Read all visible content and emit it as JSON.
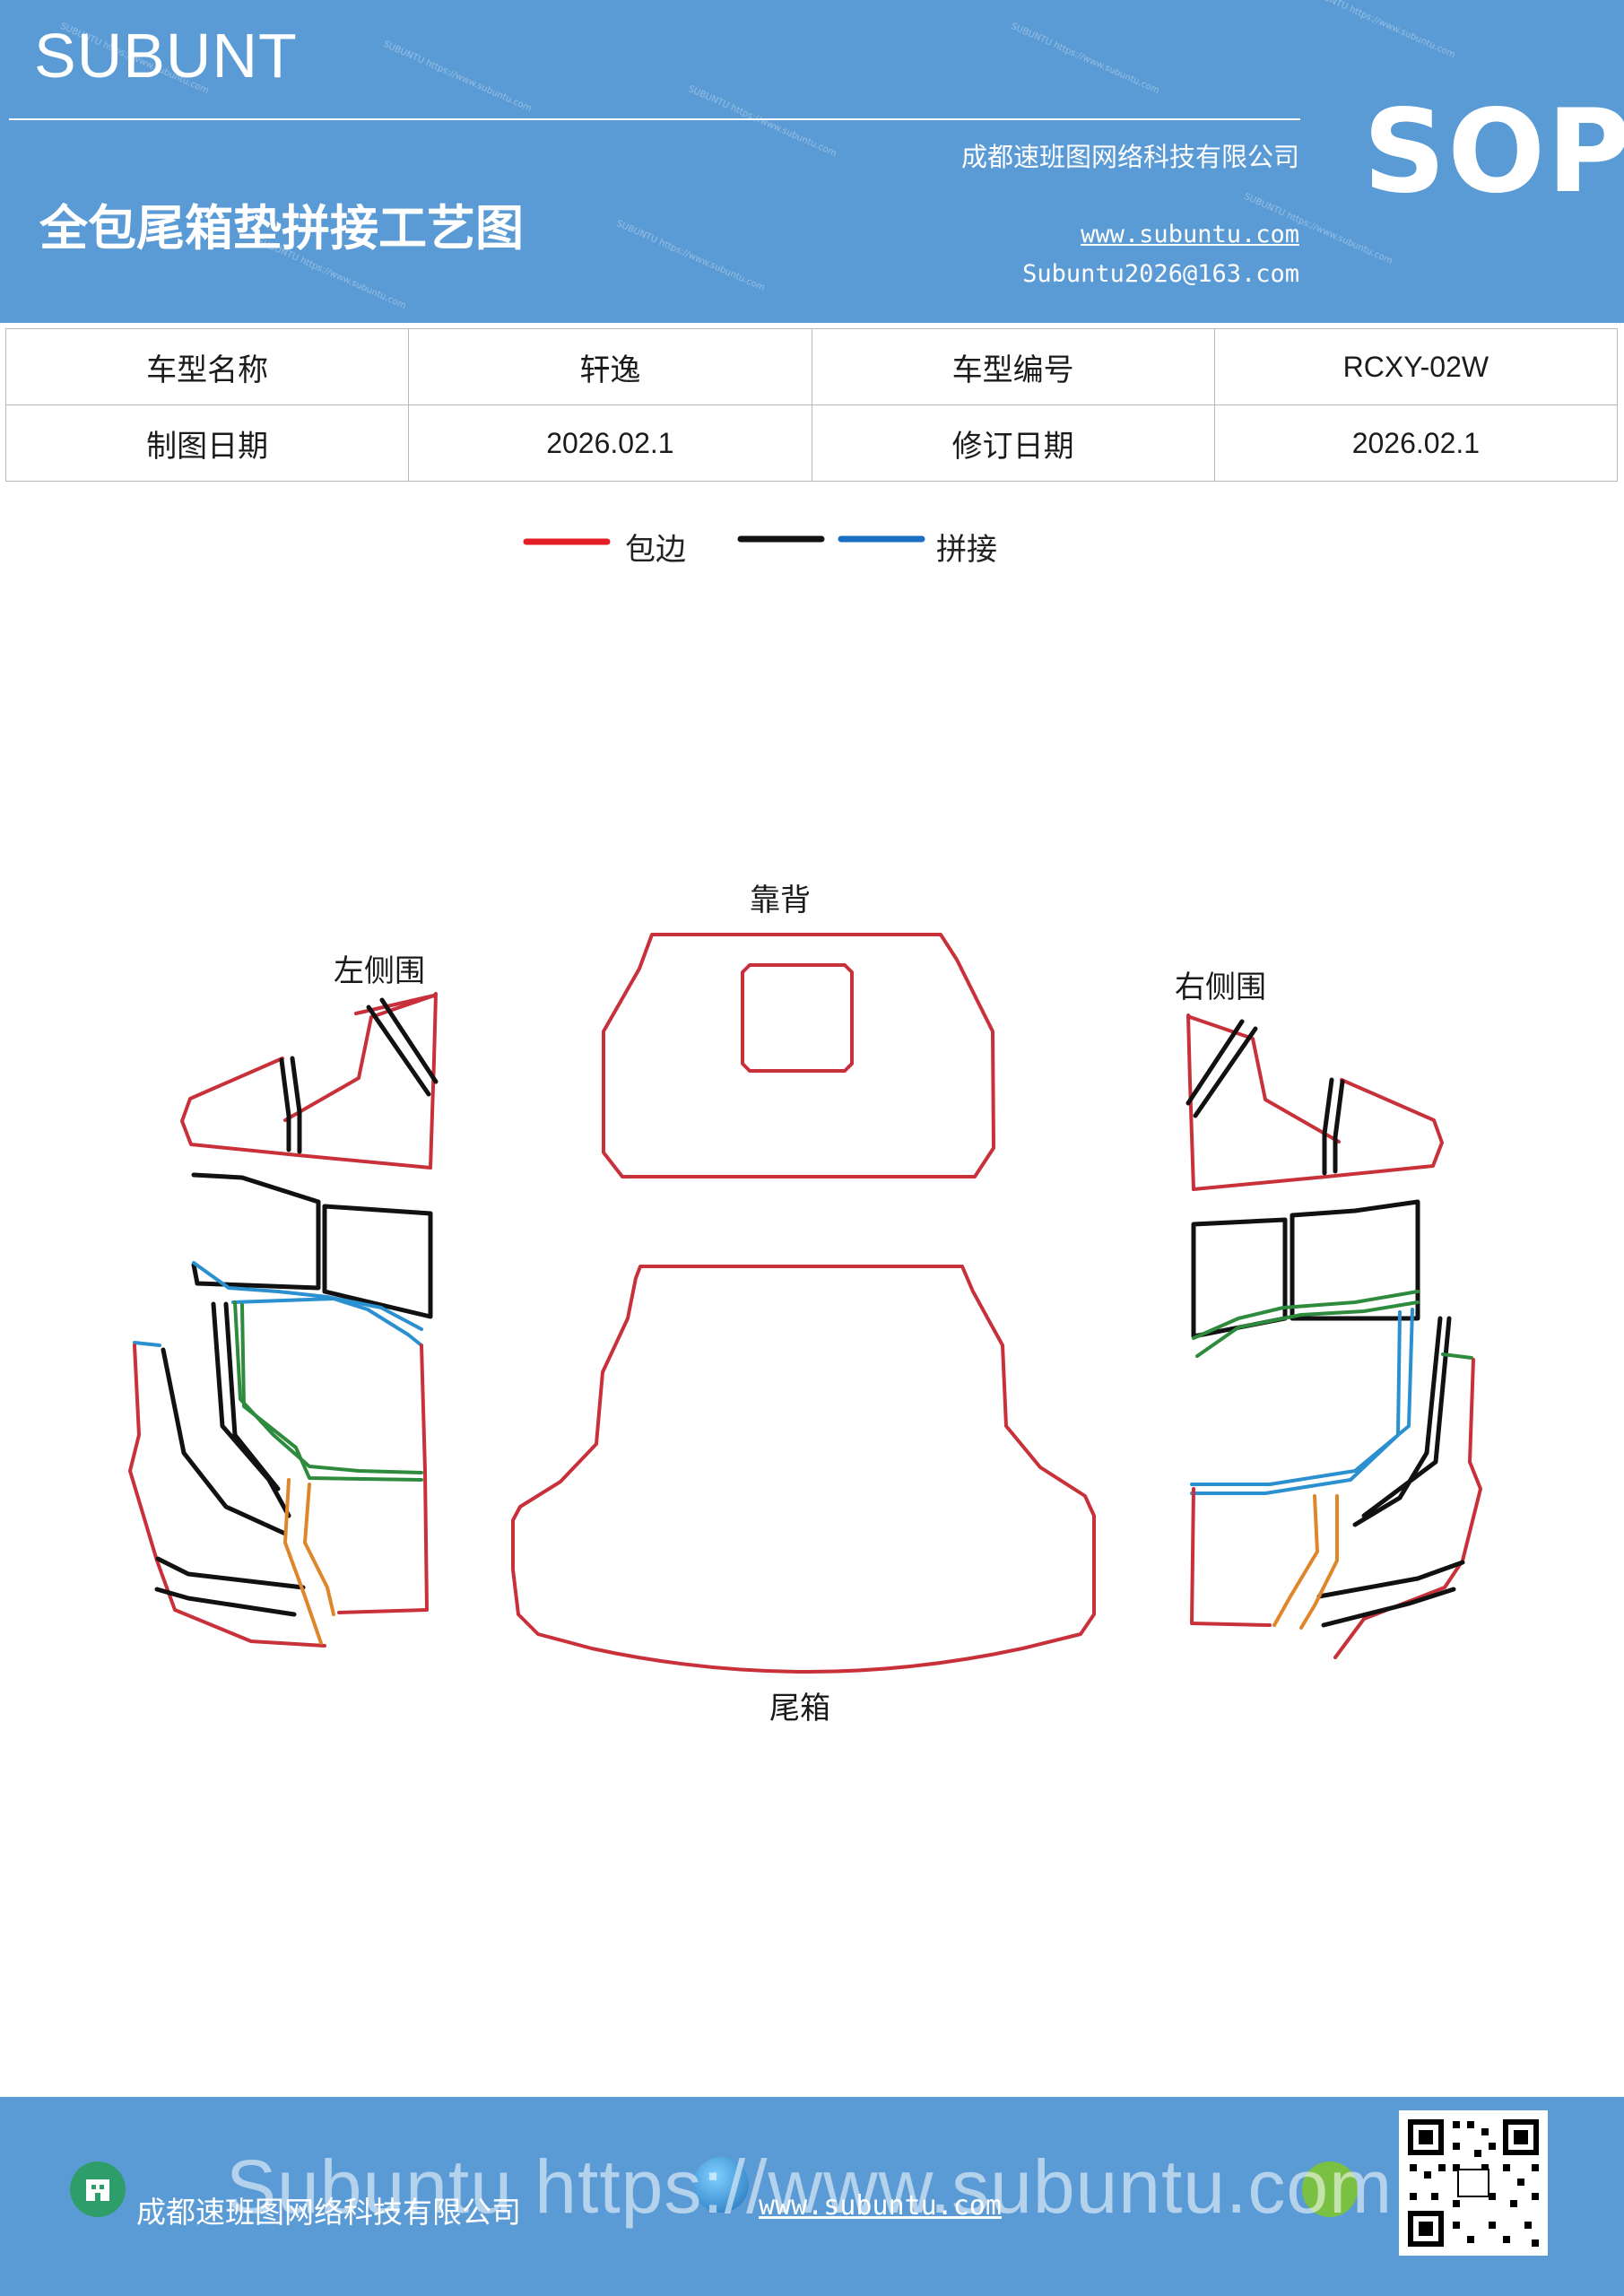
{
  "header": {
    "brand": "SUBUNT",
    "title": "全包尾箱垫拼接工艺图",
    "company": "成都速班图网络科技有限公司",
    "website": "www.subuntu.com",
    "email": "Subuntu2026@163.com",
    "badge": "SOP"
  },
  "info_table": {
    "rows": [
      {
        "label1": "车型名称",
        "value1": "轩逸",
        "label2": "车型编号",
        "value2": "RCXY-02W"
      },
      {
        "label1": "制图日期",
        "value1": "2026.02.1",
        "label2": "修订日期",
        "value2": "2026.02.1"
      }
    ]
  },
  "legend": {
    "edge_label": "包边",
    "splice_label": "拼接",
    "colors": {
      "edge": "#e31e24",
      "black": "#111111",
      "blue": "#1b6fc2"
    }
  },
  "diagram": {
    "labels": {
      "backrest": "靠背",
      "left_side": "左侧围",
      "right_side": "右侧围",
      "trunk": "尾箱"
    },
    "colors": {
      "outline": "#c8303a",
      "seam_black": "#111111",
      "seam_blue": "#2a90d0",
      "seam_green": "#2e8b3d",
      "seam_orange": "#e0862a"
    }
  },
  "footer": {
    "company": "成都速班图网络科技有限公司",
    "url": "www.subuntu.com",
    "overlay_text": "Subuntu https://www.subuntu.com",
    "icons": [
      "building-icon",
      "globe-icon",
      "wechat-icon",
      "qr-code"
    ]
  }
}
